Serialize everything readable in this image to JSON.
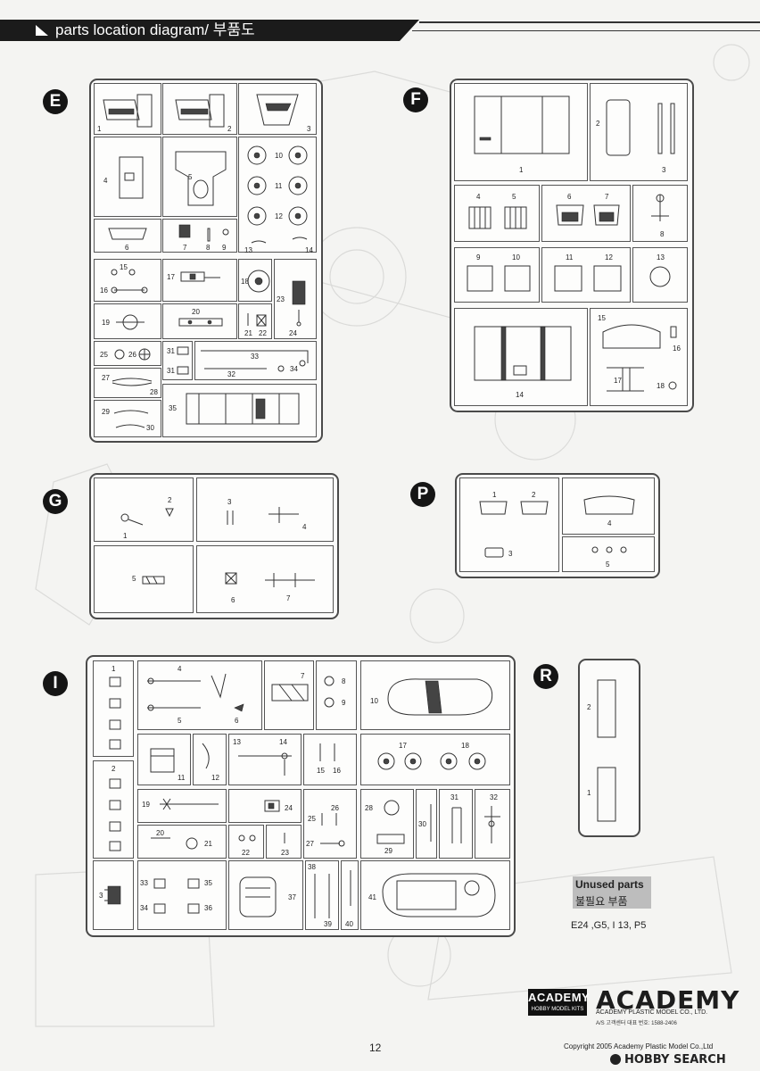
{
  "header": {
    "title": "parts location diagram/ 부품도"
  },
  "runners": {
    "E": {
      "letter": "E",
      "nums": [
        "1",
        "2",
        "3",
        "4",
        "5",
        "6",
        "7",
        "8",
        "9",
        "10",
        "11",
        "12",
        "13",
        "14",
        "15",
        "16",
        "17",
        "18",
        "19",
        "20",
        "21",
        "22",
        "23",
        "24",
        "25",
        "26",
        "27",
        "28",
        "29",
        "30",
        "31",
        "31",
        "32",
        "33",
        "34",
        "35"
      ]
    },
    "F": {
      "letter": "F",
      "nums": [
        "1",
        "2",
        "3",
        "4",
        "5",
        "6",
        "7",
        "8",
        "9",
        "10",
        "11",
        "12",
        "13",
        "14",
        "15",
        "16",
        "17",
        "18"
      ]
    },
    "G": {
      "letter": "G",
      "nums": [
        "1",
        "2",
        "3",
        "4",
        "5",
        "6",
        "7"
      ]
    },
    "P": {
      "letter": "P",
      "nums": [
        "1",
        "2",
        "3",
        "4",
        "5"
      ]
    },
    "I": {
      "letter": "I",
      "nums": [
        "1",
        "2",
        "3",
        "4",
        "5",
        "6",
        "7",
        "8",
        "9",
        "10",
        "11",
        "12",
        "13",
        "14",
        "15",
        "16",
        "17",
        "18",
        "19",
        "20",
        "21",
        "22",
        "23",
        "24",
        "25",
        "26",
        "27",
        "28",
        "29",
        "30",
        "31",
        "32",
        "33",
        "34",
        "35",
        "36",
        "37",
        "38",
        "39",
        "40",
        "41"
      ]
    },
    "R": {
      "letter": "R",
      "nums": [
        "1",
        "2"
      ]
    }
  },
  "unused": {
    "title_en": "Unused parts",
    "title_ko": "불필요 부품",
    "list": "E24 ,G5, I 13, P5"
  },
  "brand": {
    "box_name": "ACADEMY",
    "box_sub": "HOBBY MODEL KITS",
    "wordmark": "ACADEMY",
    "company": "ACADEMY PLASTIC MODEL CO., LTD.",
    "service": "A/S 고객센터 대표 번호: 1588-2406"
  },
  "footer": {
    "page": "12",
    "copyright": "Copyright 2005 Academy Plastic Model Co.,Ltd",
    "watermark": "HOBBY SEARCH"
  }
}
